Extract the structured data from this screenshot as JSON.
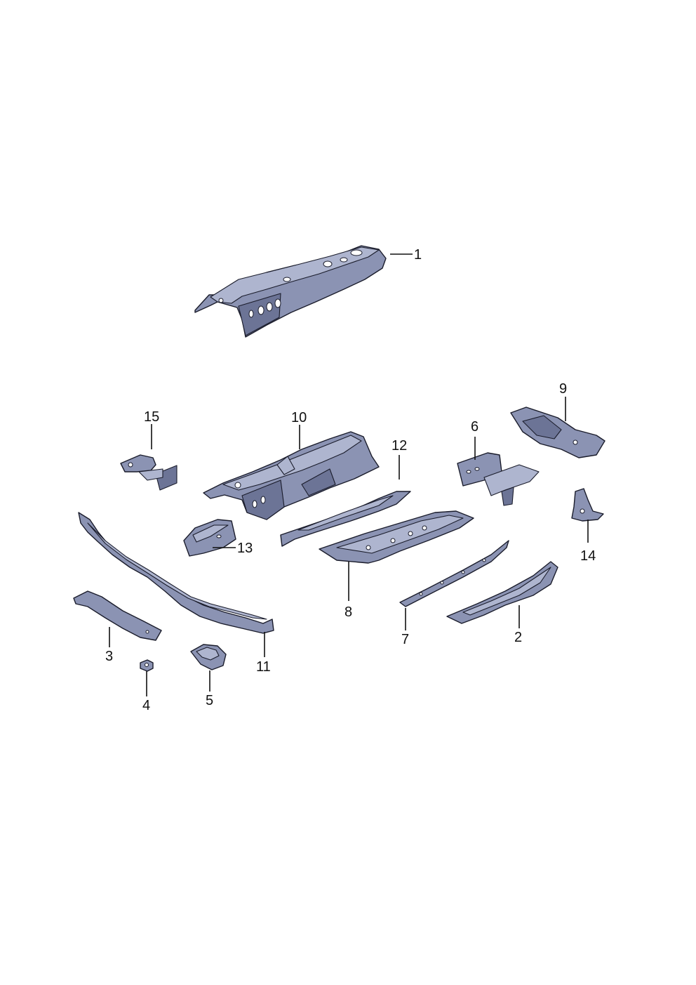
{
  "callouts": [
    {
      "id": "1",
      "label": "1"
    },
    {
      "id": "2",
      "label": "2"
    },
    {
      "id": "3",
      "label": "3"
    },
    {
      "id": "4",
      "label": "4"
    },
    {
      "id": "5",
      "label": "5"
    },
    {
      "id": "6",
      "label": "6"
    },
    {
      "id": "7",
      "label": "7"
    },
    {
      "id": "8",
      "label": "8"
    },
    {
      "id": "9",
      "label": "9"
    },
    {
      "id": "10",
      "label": "10"
    },
    {
      "id": "11",
      "label": "11"
    },
    {
      "id": "12",
      "label": "12"
    },
    {
      "id": "13",
      "label": "13"
    },
    {
      "id": "14",
      "label": "14"
    },
    {
      "id": "15",
      "label": "15"
    }
  ],
  "colors": {
    "part_fill": "#8b93b3",
    "part_outline": "#1a1c2b",
    "background": "#ffffff"
  }
}
